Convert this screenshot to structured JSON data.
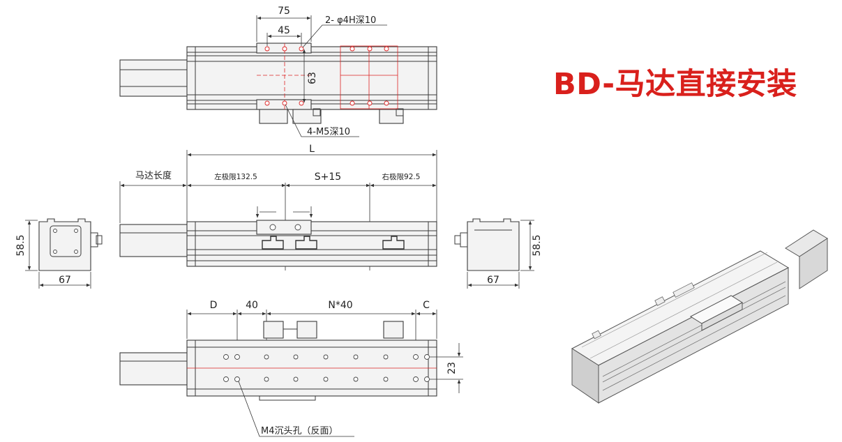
{
  "title": "BD-马达直接安装",
  "top_view": {
    "dim_75": "75",
    "dim_45": "45",
    "dim_63": "63",
    "hole_note_top": "2- φ4H深10",
    "hole_note_bottom": "4-M5深10"
  },
  "side_view": {
    "dim_L": "L",
    "motor_length": "马达长度",
    "left_limit": "左极限132.5",
    "stroke": "S+15",
    "right_limit": "右极限92.5"
  },
  "end_views": {
    "height": "58.5",
    "width": "67"
  },
  "bottom_view": {
    "dim_D": "D",
    "dim_40": "40",
    "dim_N40": "N*40",
    "dim_C": "C",
    "dim_23": "23",
    "hole_note": "M4沉头孔（反面）"
  },
  "colors": {
    "title": "#d9201c",
    "centerline": "#dd2222",
    "line": "#333333"
  }
}
